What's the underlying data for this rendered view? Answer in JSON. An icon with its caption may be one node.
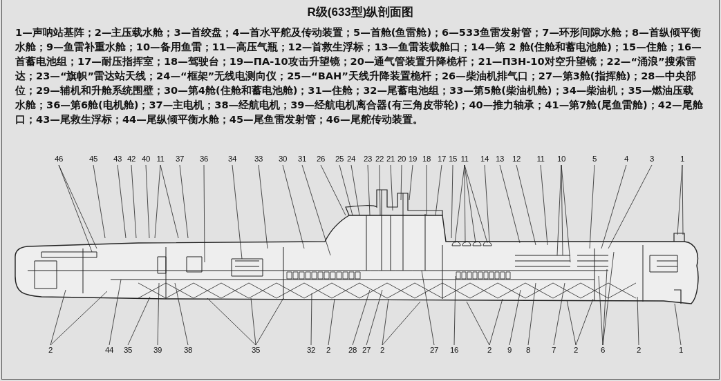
{
  "diagram": {
    "title": "R级(633型)纵剖面图",
    "nodes": [
      {
        "text": [
          "46"
        ]
      },
      {
        "text": [
          "45"
        ]
      },
      {
        "text": [
          "43"
        ]
      },
      {
        "text": [
          "42"
        ]
      },
      {
        "text": [
          "40"
        ]
      },
      {
        "text": [
          "11"
        ]
      },
      {
        "text": [
          "37"
        ]
      },
      {
        "text": [
          "36"
        ]
      },
      {
        "text": [
          "34"
        ]
      },
      {
        "text": [
          "33"
        ]
      },
      {
        "text": [
          "30"
        ]
      },
      {
        "text": [
          "31"
        ]
      },
      {
        "text": [
          "26"
        ]
      },
      {
        "text": [
          "25"
        ]
      },
      {
        "text": [
          "24"
        ]
      },
      {
        "text": [
          "23"
        ]
      },
      {
        "text": [
          "22"
        ]
      },
      {
        "text": [
          "21"
        ]
      },
      {
        "text": [
          "20"
        ]
      },
      {
        "text": [
          "19"
        ]
      },
      {
        "text": [
          "18"
        ]
      },
      {
        "text": [
          "17"
        ]
      },
      {
        "text": [
          "15"
        ]
      },
      {
        "text": [
          "11"
        ]
      },
      {
        "text": [
          "14"
        ]
      },
      {
        "text": [
          "13"
        ]
      },
      {
        "text": [
          "12"
        ]
      },
      {
        "text": [
          "11"
        ]
      },
      {
        "text": [
          "10"
        ]
      },
      {
        "text": [
          "5"
        ]
      },
      {
        "text": [
          "4"
        ]
      },
      {
        "text": [
          "3"
        ]
      },
      {
        "text": [
          "1"
        ]
      },
      {
        "text": [
          "2"
        ]
      },
      {
        "text": [
          "44"
        ]
      },
      {
        "text": [
          "35"
        ]
      },
      {
        "text": [
          "39"
        ]
      },
      {
        "text": [
          "38"
        ]
      },
      {
        "text": [
          "35"
        ]
      },
      {
        "text": [
          "32"
        ]
      },
      {
        "text": [
          "2"
        ]
      },
      {
        "text": [
          "28"
        ]
      },
      {
        "text": [
          "27"
        ]
      },
      {
        "text": [
          "2"
        ]
      },
      {
        "text": [
          "27"
        ]
      },
      {
        "text": [
          "16"
        ]
      },
      {
        "text": [
          "2"
        ]
      },
      {
        "text": [
          "9"
        ]
      },
      {
        "text": [
          "8"
        ]
      },
      {
        "text": [
          "7"
        ]
      },
      {
        "text": [
          "2"
        ]
      },
      {
        "text": [
          "6"
        ]
      },
      {
        "text": [
          "2"
        ]
      },
      {
        "text": [
          "1"
        ]
      }
    ],
    "edges": [
      {
        "from": 0,
        "to": null,
        "arrow": "none"
      },
      {
        "from": 0,
        "to": null,
        "arrow": "none"
      },
      {
        "from": 1,
        "to": null,
        "arrow": "none"
      },
      {
        "from": 2,
        "to": null,
        "arrow": "none"
      },
      {
        "from": 3,
        "to": null,
        "arrow": "none"
      },
      {
        "from": 4,
        "to": null,
        "arrow": "none"
      },
      {
        "from": 5,
        "to": null,
        "arrow": "none"
      },
      {
        "from": 5,
        "to": null,
        "arrow": "none"
      },
      {
        "from": 6,
        "to": null,
        "arrow": "none"
      },
      {
        "from": 7,
        "to": null,
        "arrow": "none"
      },
      {
        "from": 8,
        "to": null,
        "arrow": "none"
      },
      {
        "from": 9,
        "to": null,
        "arrow": "none"
      },
      {
        "from": 10,
        "to": null,
        "arrow": "none"
      },
      {
        "from": 11,
        "to": null,
        "arrow": "none"
      },
      {
        "from": 12,
        "to": null,
        "arrow": "none"
      },
      {
        "from": 13,
        "to": null,
        "arrow": "none"
      },
      {
        "from": 14,
        "to": null,
        "arrow": "none"
      },
      {
        "from": 15,
        "to": null,
        "arrow": "none"
      },
      {
        "from": 16,
        "to": null,
        "arrow": "none"
      },
      {
        "from": 17,
        "to": null,
        "arrow": "none"
      },
      {
        "from": 18,
        "to": null,
        "arrow": "none"
      },
      {
        "from": 19,
        "to": null,
        "arrow": "none"
      },
      {
        "from": 20,
        "to": null,
        "arrow": "none"
      },
      {
        "from": 21,
        "to": null,
        "arrow": "none"
      },
      {
        "from": 22,
        "to": null,
        "arrow": "none"
      },
      {
        "from": 23,
        "to": null,
        "arrow": "none"
      },
      {
        "from": 23,
        "to": null,
        "arrow": "none"
      },
      {
        "from": 23,
        "to": null,
        "arrow": "none"
      },
      {
        "from": 23,
        "to": null,
        "arrow": "none"
      },
      {
        "from": 24,
        "to": null,
        "arrow": "none"
      },
      {
        "from": 25,
        "to": null,
        "arrow": "none"
      },
      {
        "from": 26,
        "to": null,
        "arrow": "none"
      },
      {
        "from": 27,
        "to": null,
        "arrow": "none"
      },
      {
        "from": 28,
        "to": null,
        "arrow": "none"
      },
      {
        "from": 28,
        "to": null,
        "arrow": "none"
      },
      {
        "from": 28,
        "to": null,
        "arrow": "none"
      },
      {
        "from": 29,
        "to": null,
        "arrow": "none"
      },
      {
        "from": 30,
        "to": null,
        "arrow": "none"
      },
      {
        "from": 31,
        "to": null,
        "arrow": "none"
      },
      {
        "from": 32,
        "to": null,
        "arrow": "none"
      },
      {
        "from": 32,
        "to": null,
        "arrow": "none"
      },
      {
        "from": 33,
        "to": null,
        "arrow": "none"
      },
      {
        "from": 33,
        "to": null,
        "arrow": "none"
      },
      {
        "from": 34,
        "to": null,
        "arrow": "none"
      },
      {
        "from": 35,
        "to": null,
        "arrow": "none"
      },
      {
        "from": 36,
        "to": null,
        "arrow": "none"
      },
      {
        "from": 37,
        "to": null,
        "arrow": "none"
      },
      {
        "from": 38,
        "to": null,
        "arrow": "none"
      },
      {
        "from": 38,
        "to": null,
        "arrow": "none"
      },
      {
        "from": 38,
        "to": null,
        "arrow": "none"
      },
      {
        "from": 39,
        "to": null,
        "arrow": "none"
      },
      {
        "from": 40,
        "to": null,
        "arrow": "none"
      },
      {
        "from": 41,
        "to": null,
        "arrow": "none"
      },
      {
        "from": 42,
        "to": null,
        "arrow": "none"
      },
      {
        "from": 43,
        "to": null,
        "arrow": "none"
      },
      {
        "from": 43,
        "to": null,
        "arrow": "none"
      },
      {
        "from": 44,
        "to": null,
        "arrow": "none"
      },
      {
        "from": 45,
        "to": null,
        "arrow": "none"
      },
      {
        "from": 46,
        "to": null,
        "arrow": "none"
      },
      {
        "from": 46,
        "to": null,
        "arrow": "none"
      },
      {
        "from": 47,
        "to": null,
        "arrow": "none"
      },
      {
        "from": 48,
        "to": null,
        "arrow": "none"
      },
      {
        "from": 49,
        "to": null,
        "arrow": "none"
      },
      {
        "from": 50,
        "to": null,
        "arrow": "none"
      },
      {
        "from": 50,
        "to": null,
        "arrow": "none"
      },
      {
        "from": 51,
        "to": null,
        "arrow": "none"
      },
      {
        "from": 51,
        "to": null,
        "arrow": "none"
      },
      {
        "from": 51,
        "to": null,
        "arrow": "none"
      },
      {
        "from": 52,
        "to": null,
        "arrow": "none"
      },
      {
        "from": 53,
        "to": null,
        "arrow": "none"
      }
    ],
    "labels": [
      "1—声呐站基阵；2—主压载水舱；3—首绞盘；4—首水平舵及传动装置；5—首舱(鱼雷舱)；6—533鱼雷发射管；7—环形间隙水舱；8—首纵倾平衡水舱；9—鱼雷补重水舱；10—备用鱼雷；11—高压气瓶；12—首救生浮标；13—鱼雷装载舱口；14—第 2 舱(住舱和蓄电池舱)；15—住舱；16—首蓄电池组；17—耐压指挥室；18—驾驶台；19—ПА-10攻击升望镜；20—通气管装置升降桅杆；21—ПЗН-10对空升望镜；22—“涌浪”搜索雷达；23—“旗帜”雷达站天线；24—“框架”无线电测向仪；25—“BAH”天线升降装置桅杆；26—柴油机排气口；27—第3舱(指挥舱)；28—中央部位；29—辅机和升舱系统围壁；30—第4舱(住舱和蓄电池舱)；31—住舱；32—尾蓄电池组；33—第5舱(柴油机舱)；34—柴油机；35—燃油压载水舱；36—第6舱(电机舱)；37—主电机；38—经航电机；39—经航电机离合器(有三角皮带轮)；40—推力轴承；41—第7舱(尾鱼雷舱)；42—尾舱口；43—尾救生浮标；44—尾纵倾平衡水舱；45—尾鱼雷发射管；46—尾舵传动装置。"
    ]
  }
}
